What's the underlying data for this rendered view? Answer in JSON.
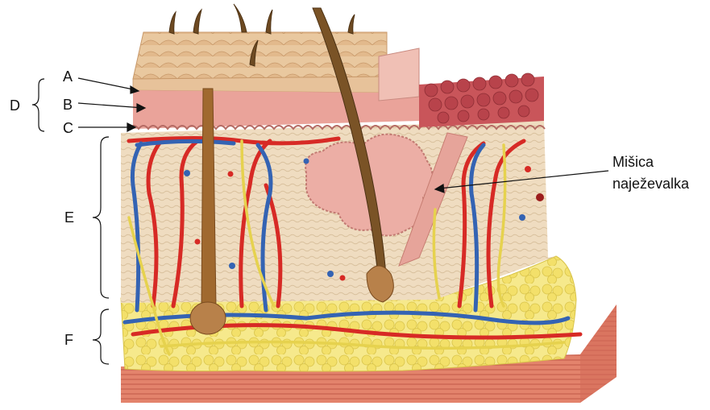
{
  "labels": {
    "a": "A",
    "b": "B",
    "c": "C",
    "d": "D",
    "e": "E",
    "f": "F",
    "muscle_line1": "Mišica",
    "muscle_line2": "naježevalka"
  },
  "colors": {
    "epidermis_top": "#e7c29a",
    "epidermis": "#eaa39a",
    "dermis": "#efdcc0",
    "fat": "#f3e06a",
    "muscle": "#e3836c",
    "artery": "#d72a25",
    "vein": "#3463b3",
    "nerve": "#e6d24e",
    "hair": "#a0692f"
  }
}
